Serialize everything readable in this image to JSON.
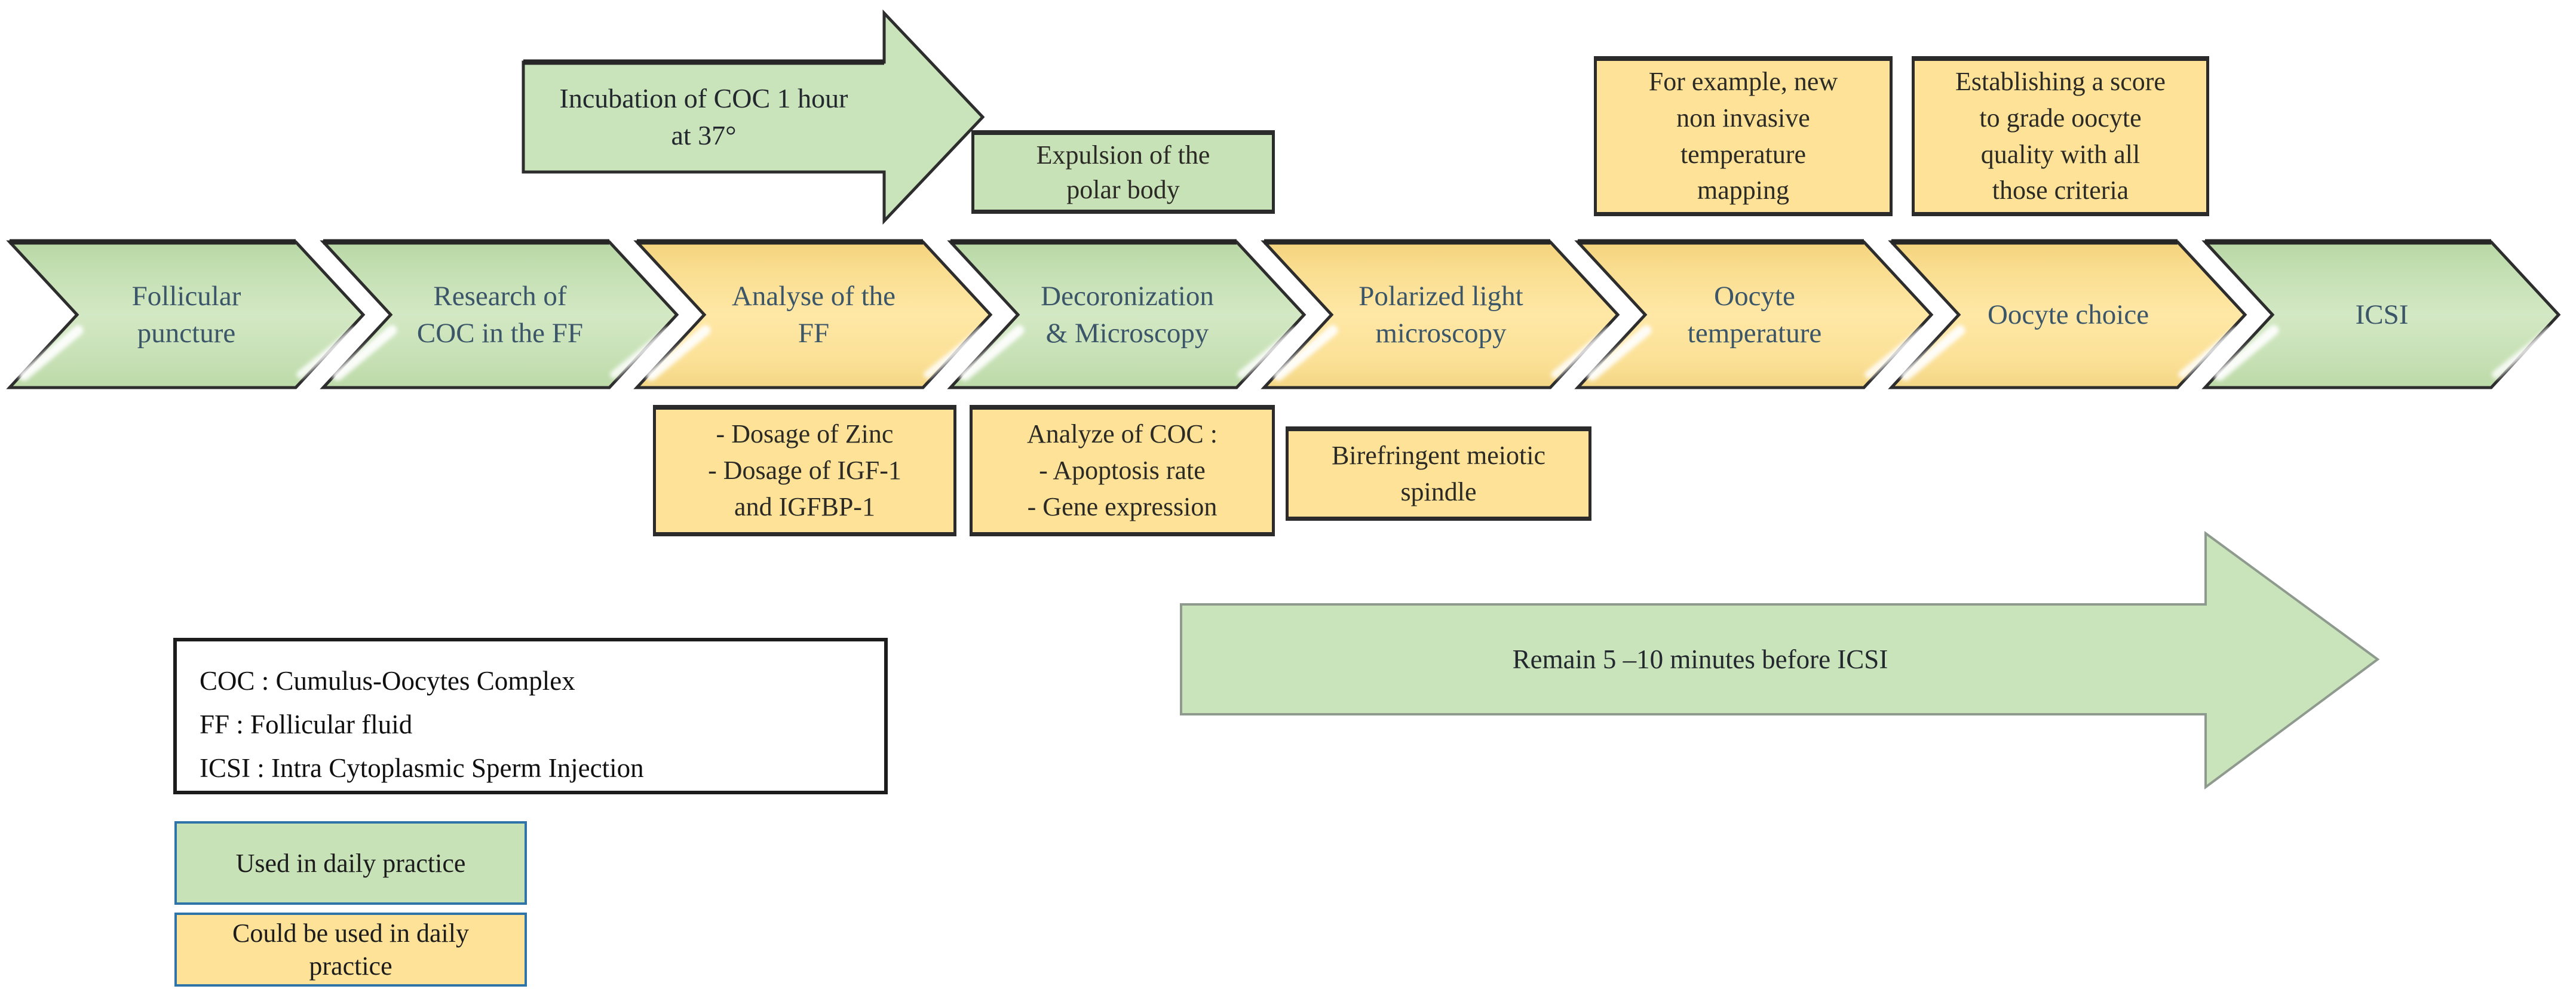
{
  "palette": {
    "daily_fill": "#c6e0b4",
    "potential_fill": "#fbe094",
    "outline": "#2d2d2d",
    "step_text": "#3c5669",
    "note_text": "#2b2a24",
    "legend_border": "#2e74a8",
    "remain_border": "#8f9a8f"
  },
  "flow": {
    "steps": [
      {
        "label": "Follicular\npuncture",
        "status": "daily"
      },
      {
        "label": "Research of\nCOC in the FF",
        "status": "daily"
      },
      {
        "label": "Analyse of the\nFF",
        "status": "potential"
      },
      {
        "label": "Decoronization\n& Microscopy",
        "status": "daily"
      },
      {
        "label": "Polarized light\nmicroscopy",
        "status": "potential"
      },
      {
        "label": "Oocyte\ntemperature",
        "status": "potential"
      },
      {
        "label": "Oocyte choice",
        "status": "potential"
      },
      {
        "label": "ICSI",
        "status": "daily"
      }
    ]
  },
  "annotations": {
    "incubation": "Incubation of COC 1 hour\nat 37°",
    "expulsion": "Expulsion of the\npolar body",
    "temperature_mapping": "For example, new\nnon invasive\ntemperature\nmapping",
    "score": "Establishing a score\nto grade oocyte\nquality with all\nthose criteria",
    "dosage": "- Dosage of Zinc\n- Dosage of IGF-1\nand IGFBP-1",
    "analyze_coc": "Analyze of COC :\n- Apoptosis rate\n- Gene expression",
    "birefringent": "Birefringent meiotic\nspindle",
    "remain": "Remain 5 –10 minutes before ICSI"
  },
  "legend": {
    "abbreviations": "COC : Cumulus-Oocytes Complex\nFF : Follicular fluid\nICSI : Intra Cytoplasmic Sperm Injection",
    "daily": "Used in daily practice",
    "potential": "Could be used in daily\npractice"
  }
}
